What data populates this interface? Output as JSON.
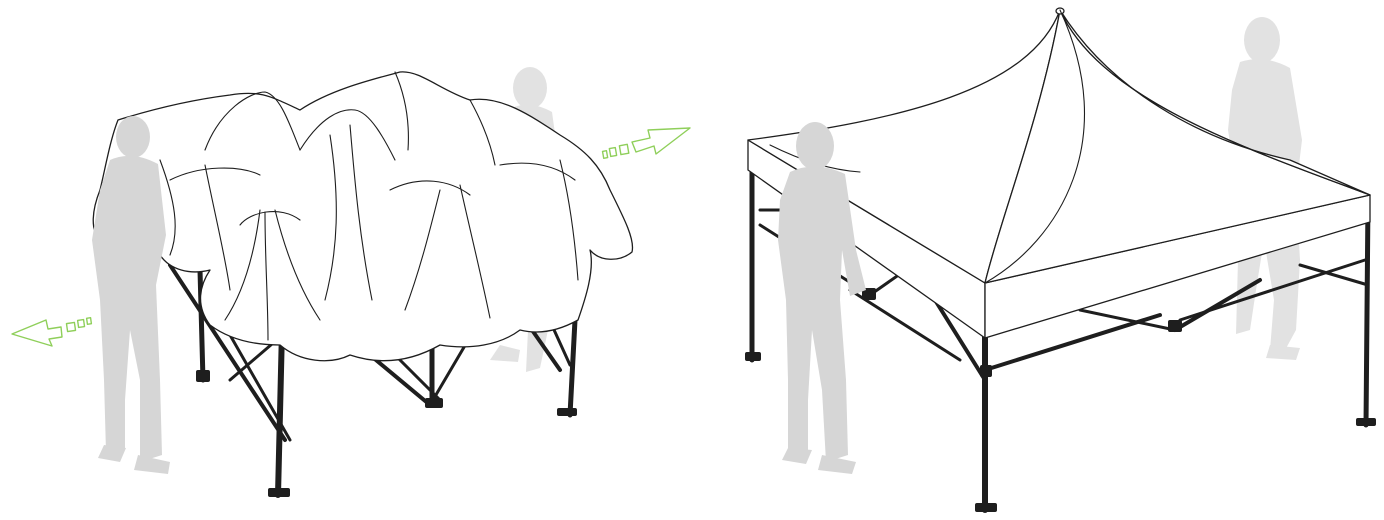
{
  "figure": {
    "panels": [
      {
        "step": "unfolding",
        "arrows": [
          "left-arrow",
          "right-arrow"
        ]
      },
      {
        "step": "assembled"
      }
    ],
    "colors": {
      "arrow": "#8fcf5a",
      "person": "#e2e2e2",
      "frame": "#1e1e1e",
      "canopy": "#ffffff"
    }
  }
}
